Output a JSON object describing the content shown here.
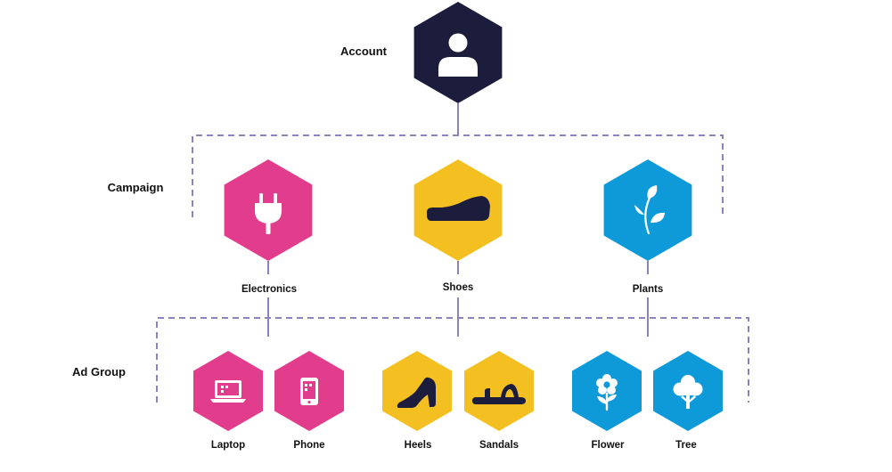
{
  "levels": {
    "account": "Account",
    "campaign": "Campaign",
    "ad_group": "Ad Group"
  },
  "colors": {
    "account": "#1c1c3c",
    "electronics": "#e23c8c",
    "shoes": "#f4c021",
    "plants": "#0e9ad9",
    "connector": "#8f81bf",
    "icon_light": "#ffffff",
    "icon_dark": "#1c1c3c",
    "label": "#111111"
  },
  "account": {
    "icon": "user-icon"
  },
  "campaigns": [
    {
      "label": "Electronics",
      "icon": "plug-icon"
    },
    {
      "label": "Shoes",
      "icon": "shoe-icon"
    },
    {
      "label": "Plants",
      "icon": "sprout-icon"
    }
  ],
  "ad_groups": [
    {
      "label": "Laptop",
      "icon": "laptop-icon"
    },
    {
      "label": "Phone",
      "icon": "phone-icon"
    },
    {
      "label": "Heels",
      "icon": "heel-icon"
    },
    {
      "label": "Sandals",
      "icon": "sandal-icon"
    },
    {
      "label": "Flower",
      "icon": "flower-icon"
    },
    {
      "label": "Tree",
      "icon": "tree-icon"
    }
  ]
}
